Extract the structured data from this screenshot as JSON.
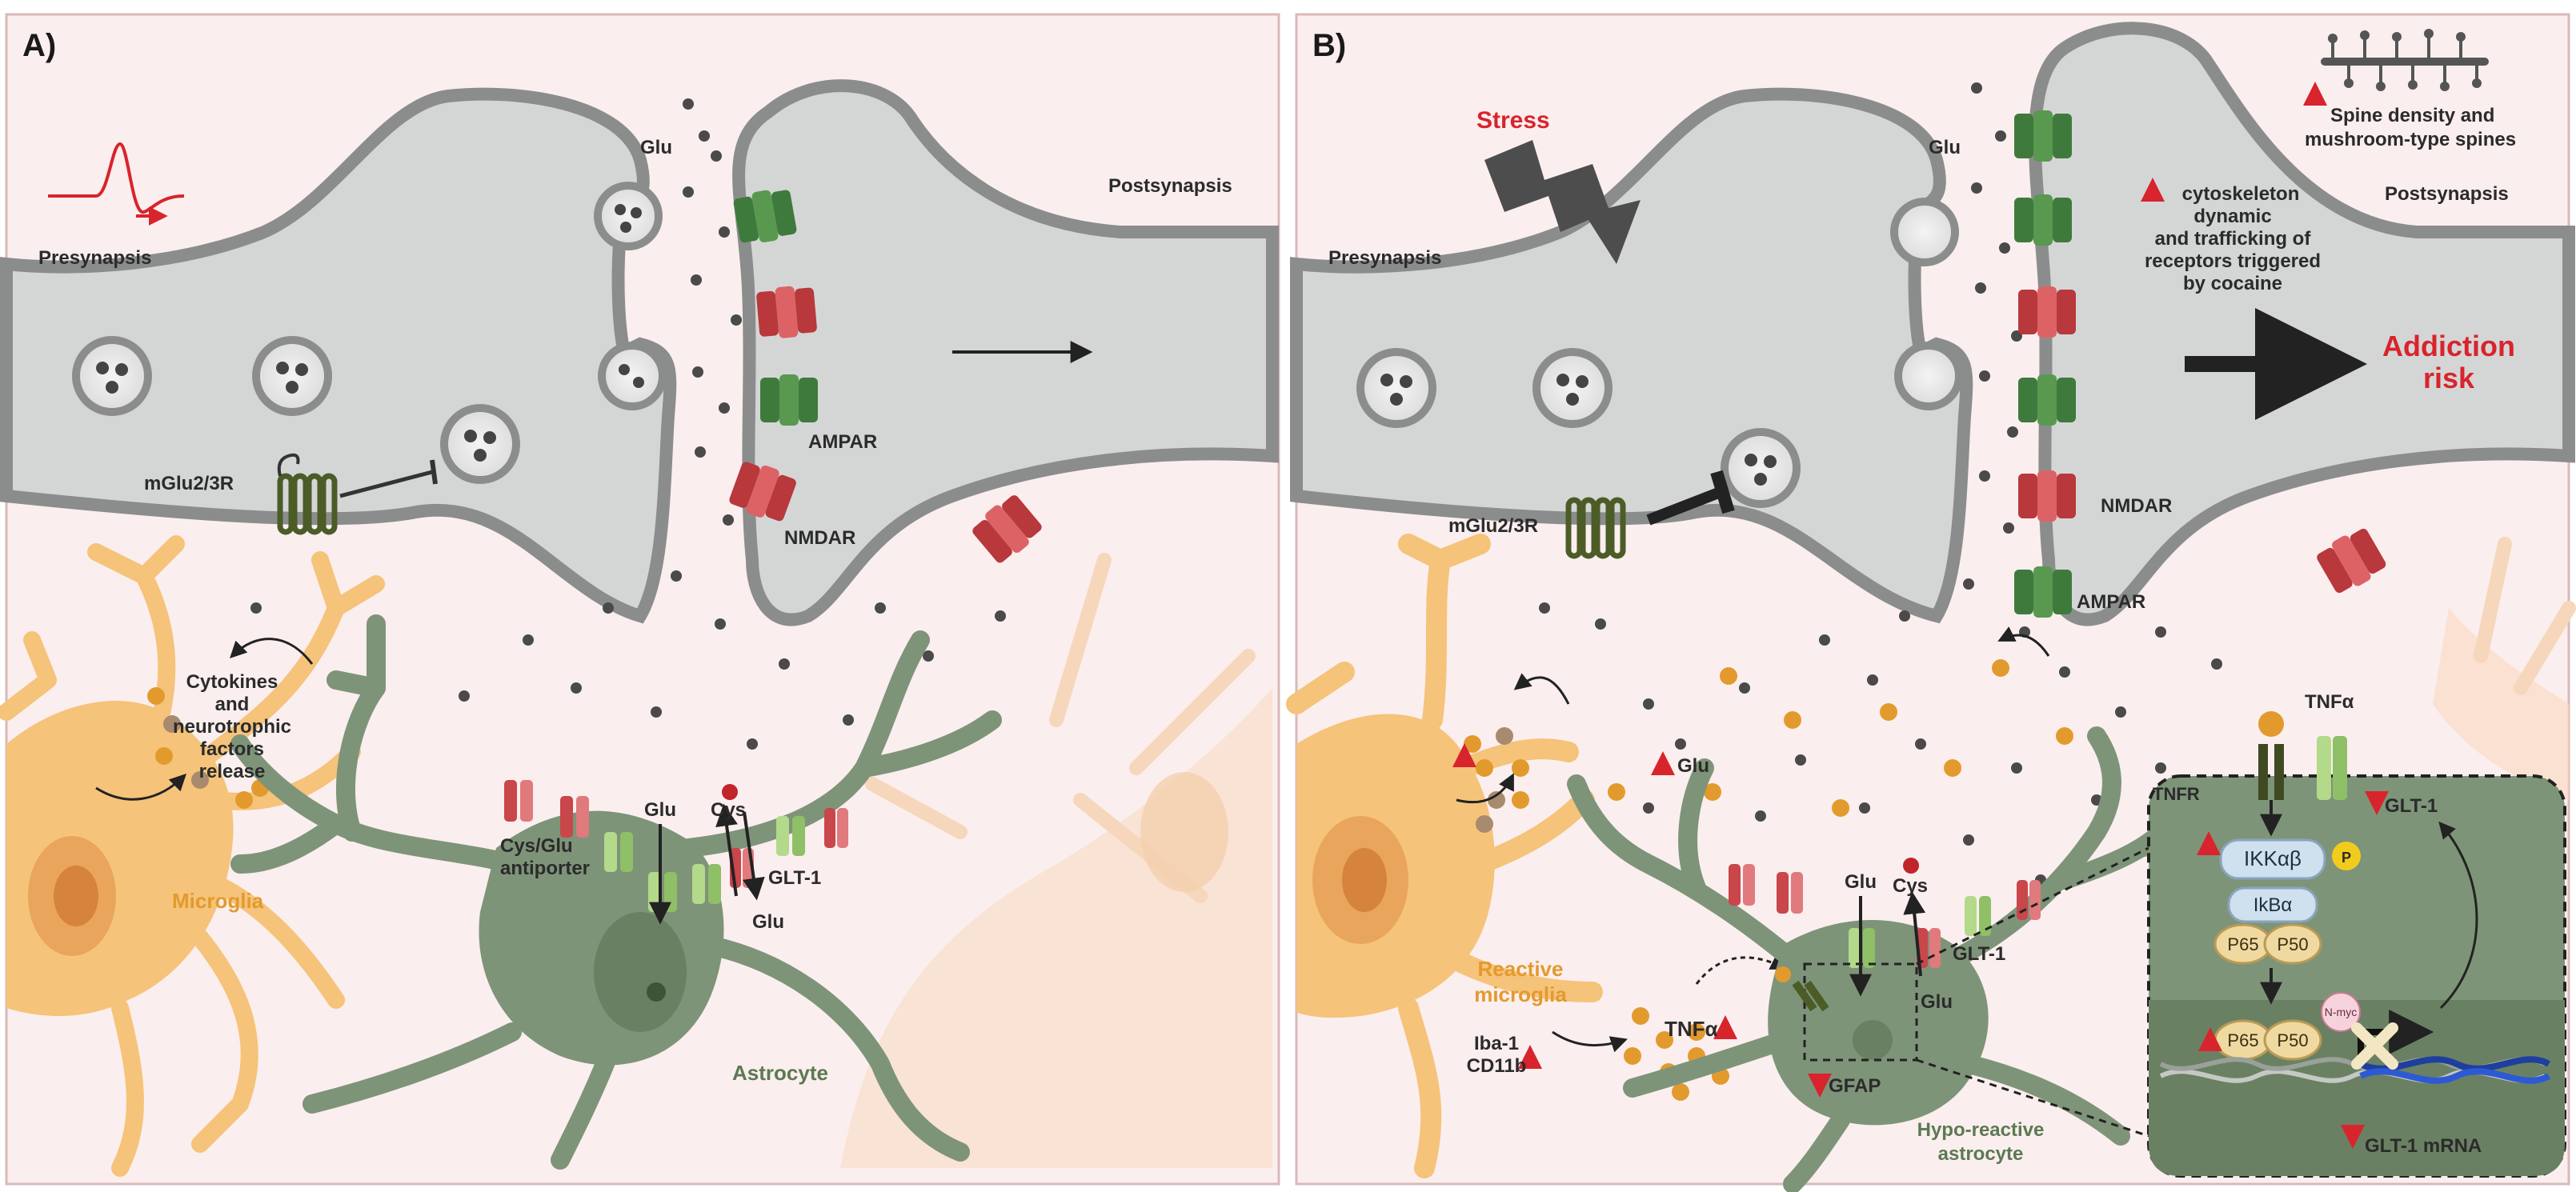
{
  "panel_a": {
    "tag": "A)",
    "presynapsis": "Presynapsis",
    "postsynapsis": "Postsynapsis",
    "glu": "Glu",
    "ampar": "AMPAR",
    "nmdar": "NMDAR",
    "mglu": "mGlu2/3R",
    "cytokines": [
      "Cytokines",
      "and",
      "neurotrophic",
      "factors",
      "release"
    ],
    "microglia": "Microglia",
    "astrocyte": "Astrocyte",
    "antiporter": [
      "Cys/Glu",
      "antiporter"
    ],
    "glu_astro": "Glu",
    "cys": "Cys",
    "glt1": "GLT-1",
    "glu_low": "Glu"
  },
  "panel_b": {
    "tag": "B)",
    "stress": "Stress",
    "presynapsis": "Presynapsis",
    "postsynapsis": "Postsynapsis",
    "glu": "Glu",
    "spine": [
      "Spine density and",
      "mushroom-type spines"
    ],
    "cytoskeleton": [
      "cytoskeleton",
      "dynamic",
      "and trafficking of",
      "receptors triggered",
      "by cocaine"
    ],
    "addiction": [
      "Addiction",
      "risk"
    ],
    "mglu": "mGlu2/3R",
    "nmdar": "NMDAR",
    "ampar": "AMPAR",
    "glu_up": "Glu",
    "reactive_microglia": [
      "Reactive",
      "microglia"
    ],
    "iba": [
      "Iba-1",
      "CD11b"
    ],
    "tnfa": "TNFα",
    "tnfa_top": "TNFα",
    "tnfr": "TNFR",
    "glu_astro": "Glu",
    "cys": "Cys",
    "glt1": "GLT-1",
    "glu_low": "Glu",
    "gfap": "GFAP",
    "hypo": [
      "Hypo-reactive",
      "astrocyte"
    ],
    "glt1_inset": "GLT-1",
    "ikk": "IKKαβ",
    "p": "P",
    "ikb": "IkBα",
    "p65": "P65",
    "p50": "P50",
    "nmyc": "N-myc",
    "glt1_mrna": "GLT-1 mRNA"
  },
  "colors": {
    "panel_bg": "#fbeeee",
    "neuron": "#d4d6d6",
    "neuron_edge": "#8b8d8d",
    "microglia": "#f5c37a",
    "astrocyte": "#7e9479",
    "ampar": "#3f7a3d",
    "nmdar": "#c9464a",
    "glt1": "#b3d98a",
    "accent_red": "#d8242c"
  }
}
